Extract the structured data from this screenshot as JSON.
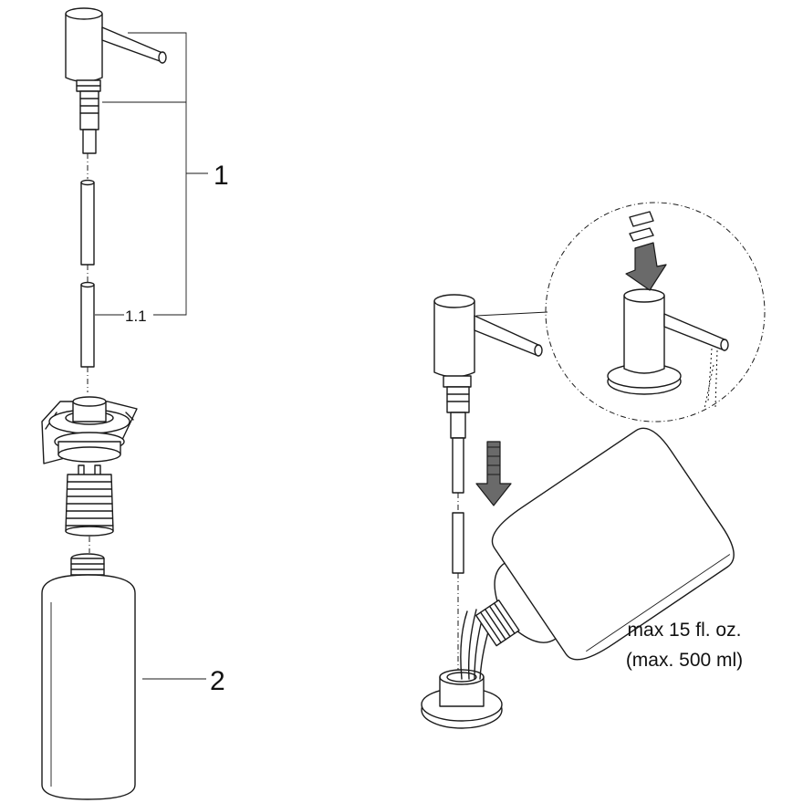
{
  "callouts": {
    "label_1": "1",
    "label_1_1": "1.1",
    "label_2": "2"
  },
  "capacity": {
    "line1": "max 15 fl. oz.",
    "line2": "(max. 500 ml)"
  },
  "colors": {
    "line": "#1a1a1a",
    "arrow_fill": "#6a6a6a",
    "background": "#ffffff"
  }
}
